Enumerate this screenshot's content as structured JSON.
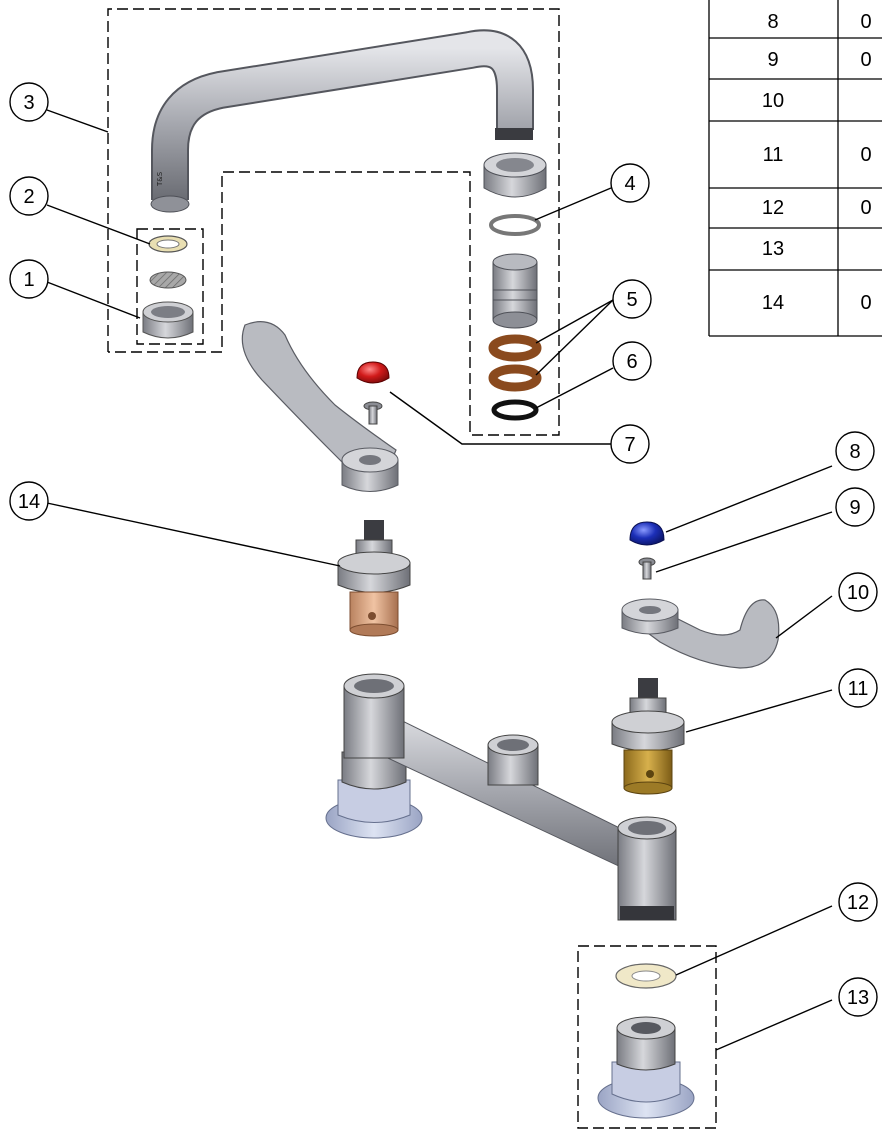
{
  "callouts": [
    "1",
    "2",
    "3",
    "4",
    "5",
    "6",
    "7",
    "8",
    "9",
    "10",
    "11",
    "12",
    "13",
    "14"
  ],
  "table": {
    "rows": [
      {
        "item": "8",
        "code": "0"
      },
      {
        "item": "9",
        "code": "0"
      },
      {
        "item": "10",
        "code": ""
      },
      {
        "item": "11",
        "code": "0"
      },
      {
        "item": "12",
        "code": "0"
      },
      {
        "item": "13",
        "code": ""
      },
      {
        "item": "14",
        "code": "0"
      }
    ]
  },
  "colors": {
    "steel_light": "#c9cbd0",
    "steel_mid": "#9a9ca3",
    "steel_dark": "#5d5f66",
    "cap_red": "#d11a1a",
    "cap_blue": "#1c2fb8",
    "brass_copper": "#d9a27e",
    "brass_gold": "#b98e2c",
    "washer_yellow": "#f0e8c8",
    "flange_blue": "#b8c2dc",
    "ring_brown": "#8a4a1e"
  }
}
